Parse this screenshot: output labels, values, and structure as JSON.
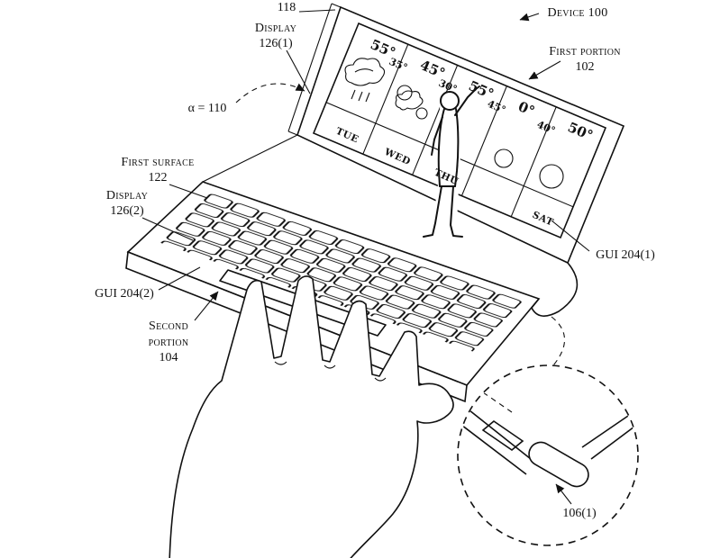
{
  "figure": {
    "colors": {
      "ink": "#111111",
      "background": "#ffffff"
    },
    "labels": {
      "ref118": "118",
      "display1": {
        "l1": "Display",
        "l2": "126(1)"
      },
      "device": "Device 100",
      "first_portion": {
        "l1": "First portion",
        "l2": "102"
      },
      "alpha": "α = 110",
      "first_surface": {
        "l1": "First surface",
        "l2": "122"
      },
      "display2": {
        "l1": "Display",
        "l2": "126(2)"
      },
      "gui2": "GUI 204(2)",
      "second_portion": {
        "l1": "Second",
        "l2": "portion",
        "l3": "104"
      },
      "gui1": "GUI 204(1)",
      "hinge": "106(1)"
    },
    "screen_gui": {
      "description": "weather forecast GUI shown on display 126(1)",
      "columns": [
        {
          "high": "55°",
          "low": "35°",
          "day": "TUE",
          "icon": "rain-cloud-icon"
        },
        {
          "high": "45°",
          "low": "30°",
          "day": "WED",
          "icon": "cloudy-icon"
        },
        {
          "high": "55°",
          "low": "45°",
          "day": "THU",
          "icon": "person-occluded"
        },
        {
          "high": "0°",
          "low": "40°",
          "day": "",
          "icon": "sun-icon"
        },
        {
          "high": "50°",
          "low": "",
          "day": "SAT",
          "icon": "sun-icon"
        }
      ]
    }
  }
}
